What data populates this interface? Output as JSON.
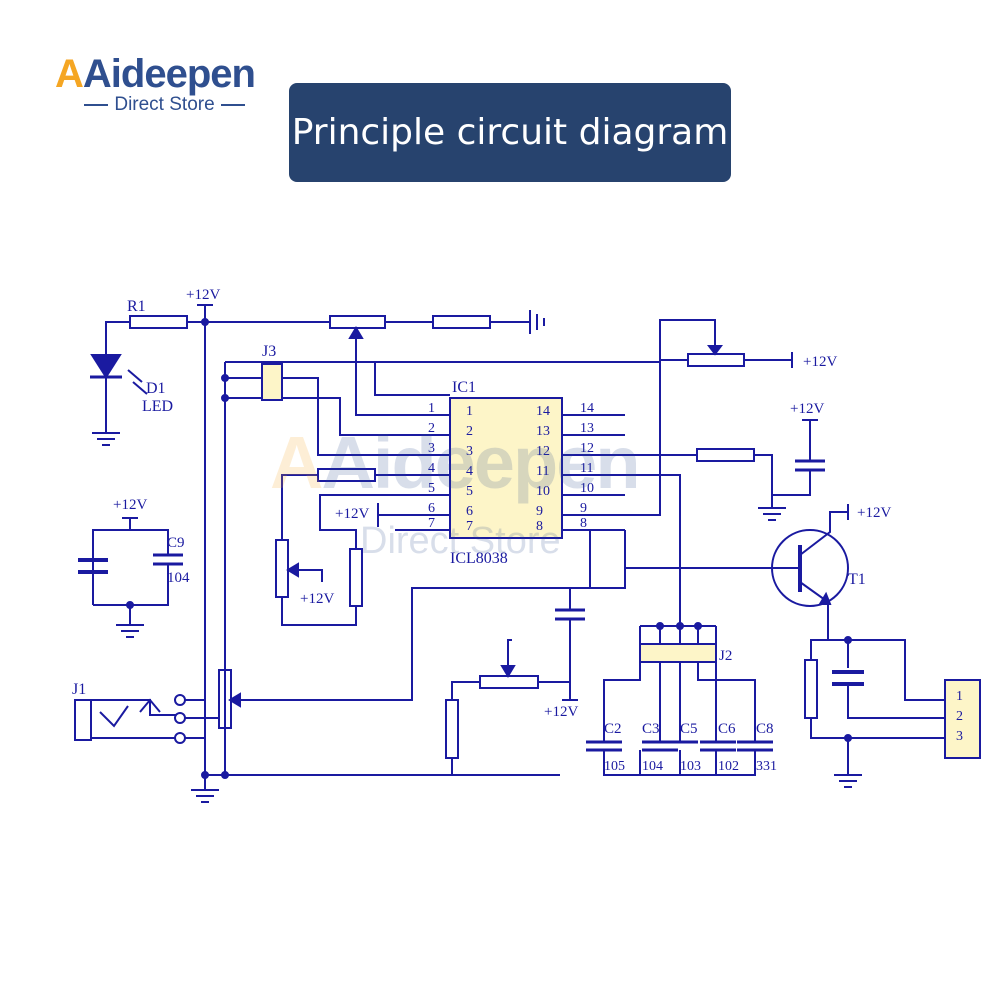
{
  "brand": {
    "logo_word": "Aideepen",
    "logo_sub": "Direct Store",
    "colors": {
      "primary": "#2f4f8f",
      "accent": "#f5a623",
      "banner": "#27436e"
    }
  },
  "header": {
    "title": "Principle circuit diagram"
  },
  "diagram": {
    "wire_color": "#1a1aa0",
    "ic_fill": "#fdf5c8",
    "labels": {
      "r1": "R1",
      "d1": "D1",
      "led": "LED",
      "j3": "J3",
      "ic1": "IC1",
      "ic_part": "ICL8038",
      "c9": "C9",
      "c9_val": "104",
      "j1": "J1",
      "j2": "J2",
      "t1": "T1",
      "c2": "C2",
      "c3": "C3",
      "c5": "C5",
      "c6": "C6",
      "c8": "C8",
      "c2_val": "105",
      "c3_val": "104",
      "c5_val": "103",
      "c6_val": "102",
      "c8_val": "331",
      "vcc_r1": "+12V",
      "vcc_pot_right": "+12V",
      "vcc_cap_right": "+12V",
      "vcc_t1": "+12V",
      "vcc_c9": "+12V",
      "vcc_pin6": "+12V",
      "vcc_left_pot": "+12V",
      "vcc_bottom_pot": "+12V",
      "ic_pins_left_outer": [
        "1",
        "2",
        "3",
        "4",
        "5",
        "6",
        "7"
      ],
      "ic_pins_left_inner": [
        "1",
        "2",
        "3",
        "4",
        "5",
        "6",
        "7"
      ],
      "ic_pins_right_inner": [
        "14",
        "13",
        "12",
        "11",
        "10",
        "9",
        "8"
      ],
      "ic_pins_right_outer": [
        "14",
        "13",
        "12",
        "11",
        "10",
        "9",
        "8"
      ],
      "out_pins": [
        "1",
        "2",
        "3"
      ]
    }
  }
}
